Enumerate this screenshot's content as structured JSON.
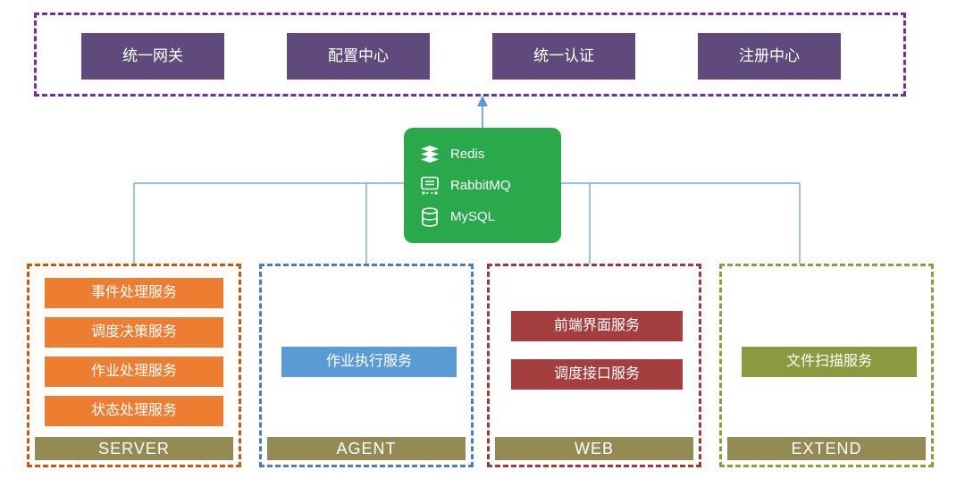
{
  "diagram_title": "microservice-architecture",
  "top_group": {
    "items": [
      {
        "label": "统一网关"
      },
      {
        "label": "配置中心"
      },
      {
        "label": "统一认证"
      },
      {
        "label": "注册中心"
      }
    ]
  },
  "middleware": {
    "items": [
      {
        "name": "Redis",
        "icon": "redis-icon"
      },
      {
        "name": "RabbitMQ",
        "icon": "rabbitmq-icon"
      },
      {
        "name": "MySQL",
        "icon": "mysql-icon"
      }
    ]
  },
  "groups": [
    {
      "name": "SERVER",
      "services": [
        "事件处理服务",
        "调度决策服务",
        "作业处理服务",
        "状态处理服务"
      ]
    },
    {
      "name": "AGENT",
      "services": [
        "作业执行服务"
      ]
    },
    {
      "name": "WEB",
      "services": [
        "前端界面服务",
        "调度接口服务"
      ]
    },
    {
      "name": "EXTEND",
      "services": [
        "文件扫描服务"
      ]
    }
  ],
  "colors": {
    "top_border": "#7030A0",
    "top_box": "#604A7B",
    "middleware_bg": "#29A94B",
    "server_border": "#C55A11",
    "server_box": "#ED7D31",
    "agent_border": "#4A7EBB",
    "agent_box": "#5B9BD5",
    "web_border": "#A03A3A",
    "web_box": "#A53E3E",
    "extend_border": "#85A23E",
    "extend_box": "#8A9A3E",
    "group_label_bg": "#948A54",
    "connector_line": "#5B9BD5"
  }
}
